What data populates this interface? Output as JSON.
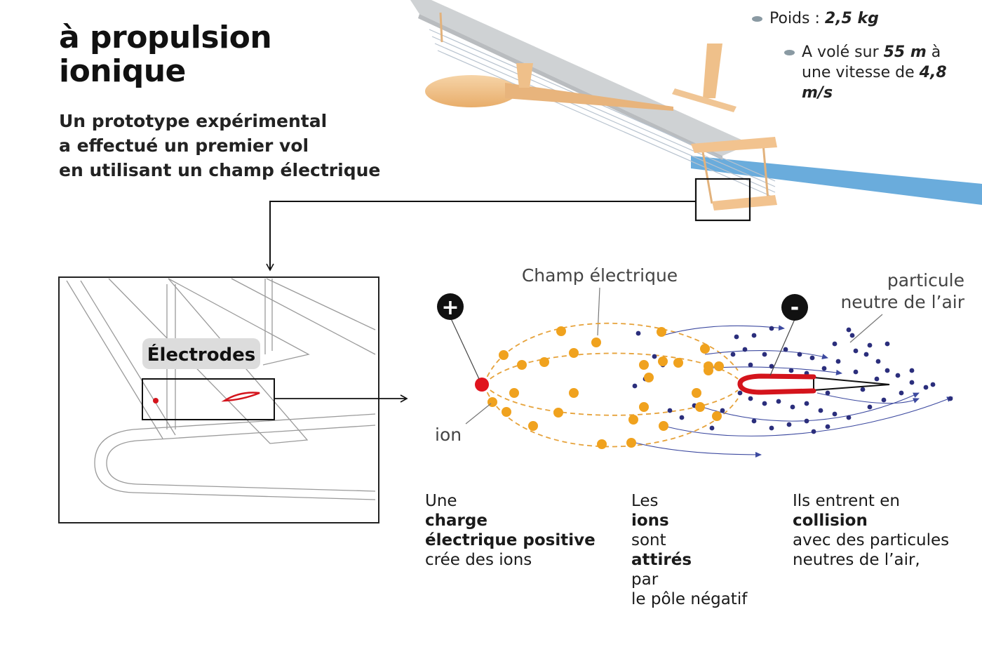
{
  "header": {
    "title_line1": "à propulsion",
    "title_line2": "ionique",
    "subtitle_lines": [
      "Un prototype expérimental",
      "a effectué un premier vol",
      "en utilisant un champ électrique"
    ]
  },
  "specs": {
    "weight_label": "Poids : ",
    "weight_value": "2,5 kg",
    "flight_prefix": "A volé sur ",
    "flight_distance": "55 m",
    "flight_mid": " à",
    "speed_prefix": "une vitesse de ",
    "speed_value": "4,8 m/s"
  },
  "detail": {
    "electrodes_label": "Électrodes"
  },
  "diagram": {
    "field_label": "Champ électrique",
    "plus_symbol": "+",
    "minus_symbol": "-",
    "ion_label": "ion",
    "particle_label_line1": "particule",
    "particle_label_line2": "neutre de l’air"
  },
  "steps": [
    {
      "line1_pre": "Une ",
      "line1_bold": "charge",
      "line2_bold": "électrique positive",
      "line3": "crée des ions"
    },
    {
      "line1_pre": "Les ",
      "line1_bold": "ions",
      "line2_bold": "attirés",
      "line2_pre": "sont ",
      "line2_post": " par",
      "line3": "le pôle négatif"
    },
    {
      "line1_pre": "Ils entrent en ",
      "line1_bold": "collision",
      "line2": "avec des particules",
      "line3": "neutres de l’air,"
    }
  ],
  "colors": {
    "ion": "#f0a21e",
    "positive_ion": "#e0141e",
    "air_particle": "#2b2e7c",
    "field_line": "#e6a23a",
    "electrode_red": "#d4141c",
    "wing_gray": "#cfd2d4",
    "wood": "#f2c38f",
    "sky_blue": "#5aa3d8"
  }
}
